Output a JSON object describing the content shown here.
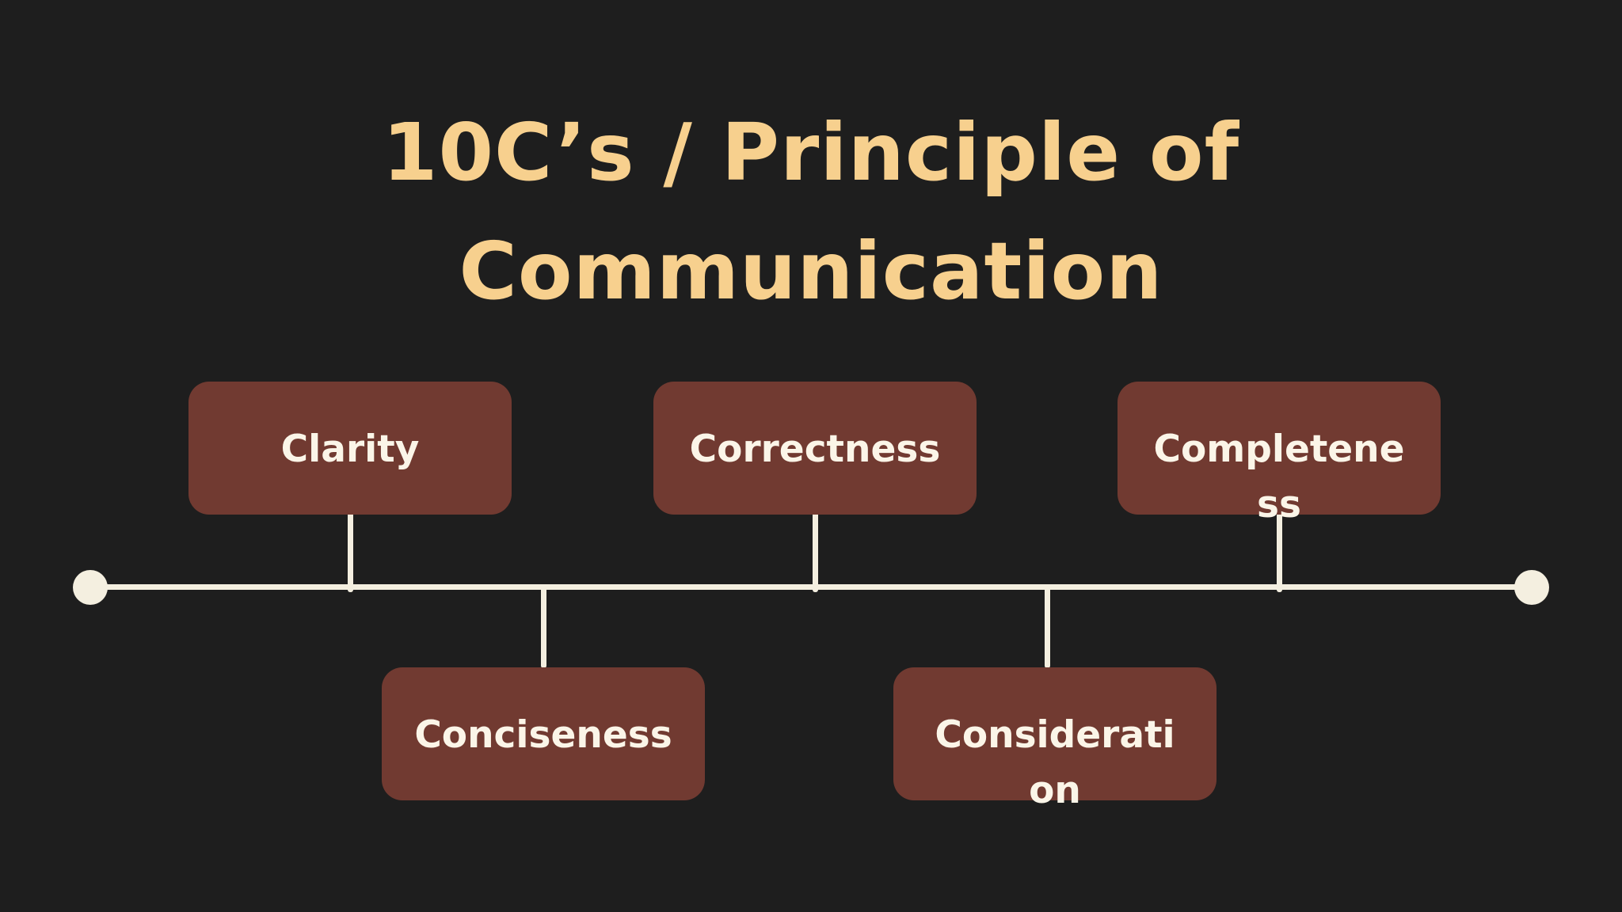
{
  "colors": {
    "background": "#1e1e1e",
    "title": "#f7d08e",
    "box_fill": "#713a31",
    "box_text": "#fbf5e8",
    "line": "#f4efe0"
  },
  "title": {
    "line1": "10C’s / Principle of",
    "line2": "Communication"
  },
  "principles": {
    "clarity": "Clarity",
    "correctness": "Correctness",
    "completeness": "Completeness",
    "conciseness": "Conciseness",
    "consideration": "Consideration"
  }
}
